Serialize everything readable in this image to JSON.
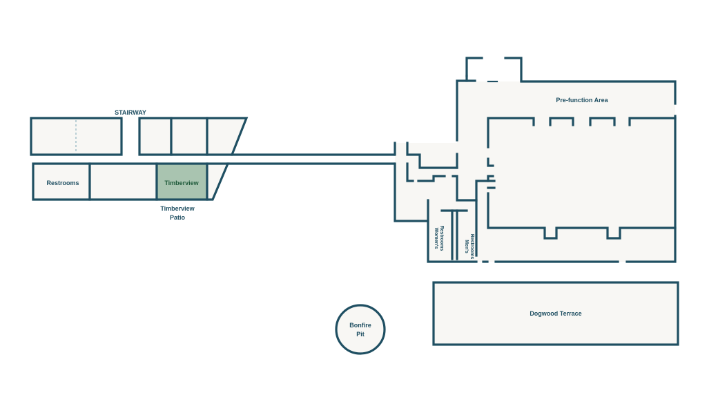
{
  "map": {
    "wall_color": "#1f4f62",
    "room_fill": "#f8f7f4",
    "highlight_fill": "#a9c4b0",
    "highlighted_room": "Timberview",
    "labels": {
      "stairway": "STAIRWAY",
      "restrooms": "Restrooms",
      "timberview": "Timberview",
      "timberview_patio_line1": "Timberview",
      "timberview_patio_line2": "Patio",
      "prefunction": "Pre-function Area",
      "womens_line1": "Women's",
      "womens_line2": "Restrooms",
      "mens_line1": "Men's",
      "mens_line2": "Restrooms",
      "bonfire_line1": "Bonfire",
      "bonfire_line2": "Pit",
      "dogwood": "Dogwood Terrace"
    }
  }
}
